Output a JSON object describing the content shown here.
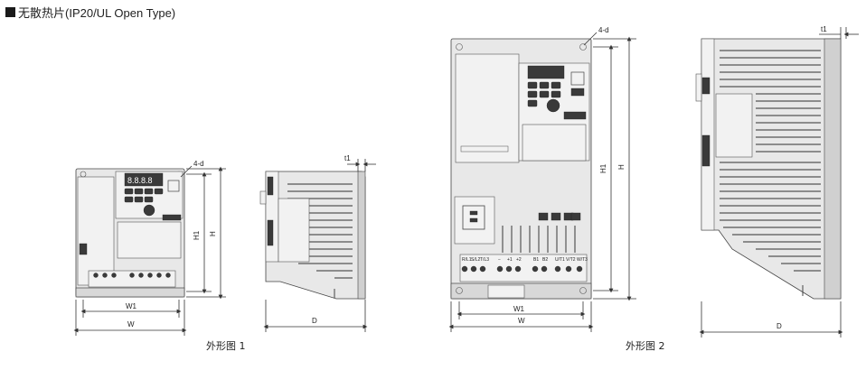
{
  "header": {
    "title": "无散热片(IP20/UL Open Type)"
  },
  "fig1": {
    "caption": "外形图 1",
    "labels": {
      "w": "W",
      "w1": "W1",
      "h": "H",
      "h1": "H1",
      "d": "D",
      "t1": "t1",
      "hole": "4-d"
    },
    "panel": {
      "display": "8.8.8.8"
    }
  },
  "fig2": {
    "caption": "外形图 2",
    "labels": {
      "w": "W",
      "w1": "W1",
      "h": "H",
      "h1": "H1",
      "d": "D",
      "t1": "t1",
      "hole": "4-d"
    },
    "terminals": [
      "R/L1",
      "S/L2",
      "T/L3",
      "−",
      "+1",
      "+2",
      "B1",
      "B2",
      "U/T1",
      "V/T2",
      "W/T3"
    ]
  }
}
